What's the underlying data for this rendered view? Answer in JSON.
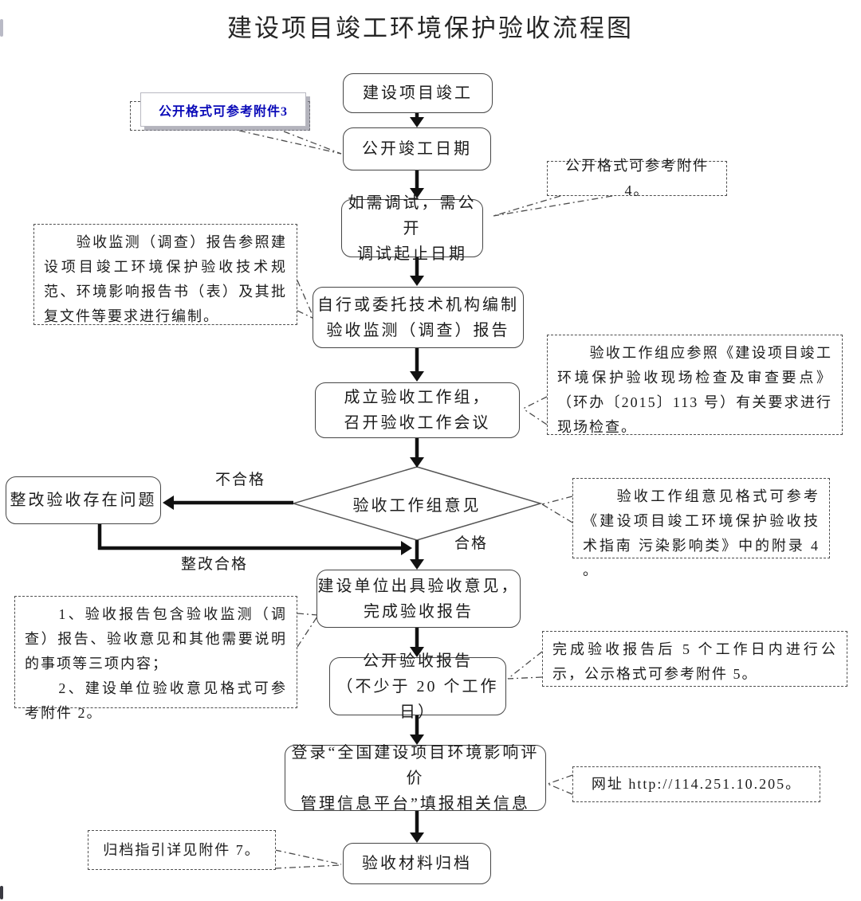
{
  "title": "建设项目竣工环境保护验收流程图",
  "nodes": {
    "start": "建设项目竣工",
    "publish_date": "公开竣工日期",
    "debug": "如需调试，需公开\n调试起止日期",
    "compile_report": "自行或委托技术机构编制\n验收监测（调查）报告",
    "work_group": "成立验收工作组，\n召开验收工作会议",
    "decision": "验收工作组意见",
    "rectify": "整改验收存在问题",
    "issue_opinion": "建设单位出具验收意见，\n完成验收报告",
    "publish_report": "公开验收报告\n（不少于 20 个工作日）",
    "platform": "登录“全国建设项目环境影响评价\n管理信息平台”填报相关信息",
    "archive": "验收材料归档"
  },
  "labels": {
    "fail": "不合格",
    "pass": "合格",
    "rectified": "整改合格"
  },
  "callouts": {
    "attachment3": "公开格式可参考附件3",
    "attachment4": "公开格式可参考附件 4。",
    "report_basis": "　　验收监测（调查）报告参照建设项目竣工环境保护验收技术规范、环境影响报告书（表）及其批复文件等要求进行编制。",
    "site_check": "　　验收工作组应参照《建设项目竣工环境保护验收现场检查及审查要点》（环办〔2015〕113 号）有关要求进行现场检查。",
    "opinion_format": "　　验收工作组意见格式可参考《建设项目竣工环境保护验收技术指南 污染影响类》中的附录 4 。",
    "report_content": "　　1、验收报告包含验收监测（调查）报告、验收意见和其他需要说明的事项等三项内容；\n　　2、建设单位验收意见格式可参考附件 2。",
    "publicity": "完成验收报告后 5 个工作日内进行公示，公示格式可参考附件 5。",
    "website": "网址 http://114.251.10.205。",
    "archive_guide": "归档指引详见附件 7。"
  },
  "colors": {
    "accent_blue": "#0a0ab8",
    "arrow": "#111111",
    "connector": "#4a4a4a"
  }
}
